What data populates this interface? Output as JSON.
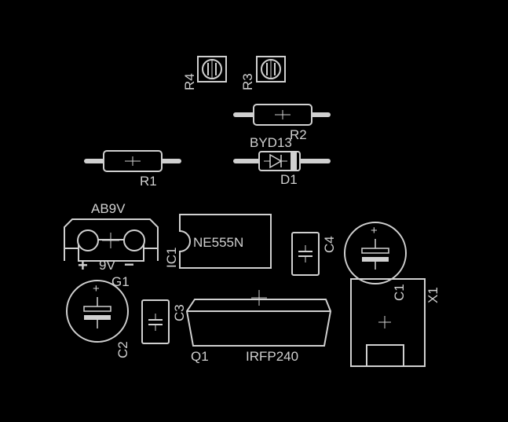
{
  "components": {
    "r4": {
      "ref": "R4"
    },
    "r3": {
      "ref": "R3"
    },
    "r2": {
      "ref": "R2"
    },
    "r1": {
      "ref": "R1"
    },
    "d1": {
      "ref": "D1",
      "value": "BYD13"
    },
    "battery": {
      "ref": "G1",
      "value": "AB9V",
      "voltage_label": "9V",
      "plus": "+",
      "minus": "−"
    },
    "ic1": {
      "ref": "IC1",
      "value": "NE555N"
    },
    "c4": {
      "ref": "C4"
    },
    "c1": {
      "ref": "C1"
    },
    "x1": {
      "ref": "X1"
    },
    "c2": {
      "ref": "C2"
    },
    "c3": {
      "ref": "C3"
    },
    "q1": {
      "ref": "Q1",
      "value": "IRFP240"
    }
  },
  "colors": {
    "background": "#000000",
    "silkscreen": "#d0d0d0"
  }
}
